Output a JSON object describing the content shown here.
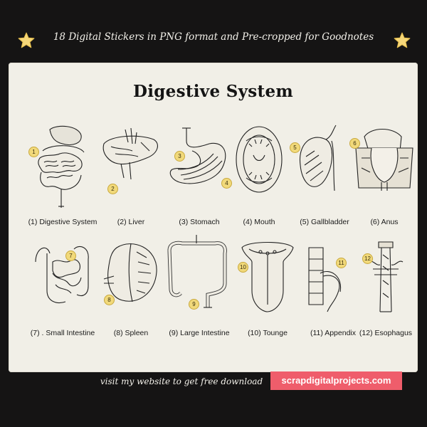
{
  "banner": "18 Digital Stickers in PNG format and Pre-cropped for Goodnotes",
  "title": "Digestive System",
  "stickers": [
    {
      "number": "1",
      "label": "(1)  Digestive System"
    },
    {
      "number": "2",
      "label": "(2)  Liver"
    },
    {
      "number": "3",
      "label": "(3)  Stomach"
    },
    {
      "number": "4",
      "label": "(4)  Mouth"
    },
    {
      "number": "5",
      "label": "(5) Gallbladder"
    },
    {
      "number": "6",
      "label": "(6)  Anus"
    },
    {
      "number": "7",
      "label": "(7) . Small Intestine"
    },
    {
      "number": "8",
      "label": "(8)  Spleen"
    },
    {
      "number": "9",
      "label": "(9)  Large Intestine"
    },
    {
      "number": "10",
      "label": "(10)  Tounge"
    },
    {
      "number": "11",
      "label": "(11)  Appendix"
    },
    {
      "number": "12",
      "label": "(12) Esophagus"
    }
  ],
  "footer": {
    "text": "visit my website to get free download",
    "url": "scrapdigitalprojects.com"
  },
  "colors": {
    "background": "#151414",
    "card": "#f1efe7",
    "badge": "#f1d97a",
    "star": "#f5d77a",
    "url_button": "#ef5d6b"
  }
}
